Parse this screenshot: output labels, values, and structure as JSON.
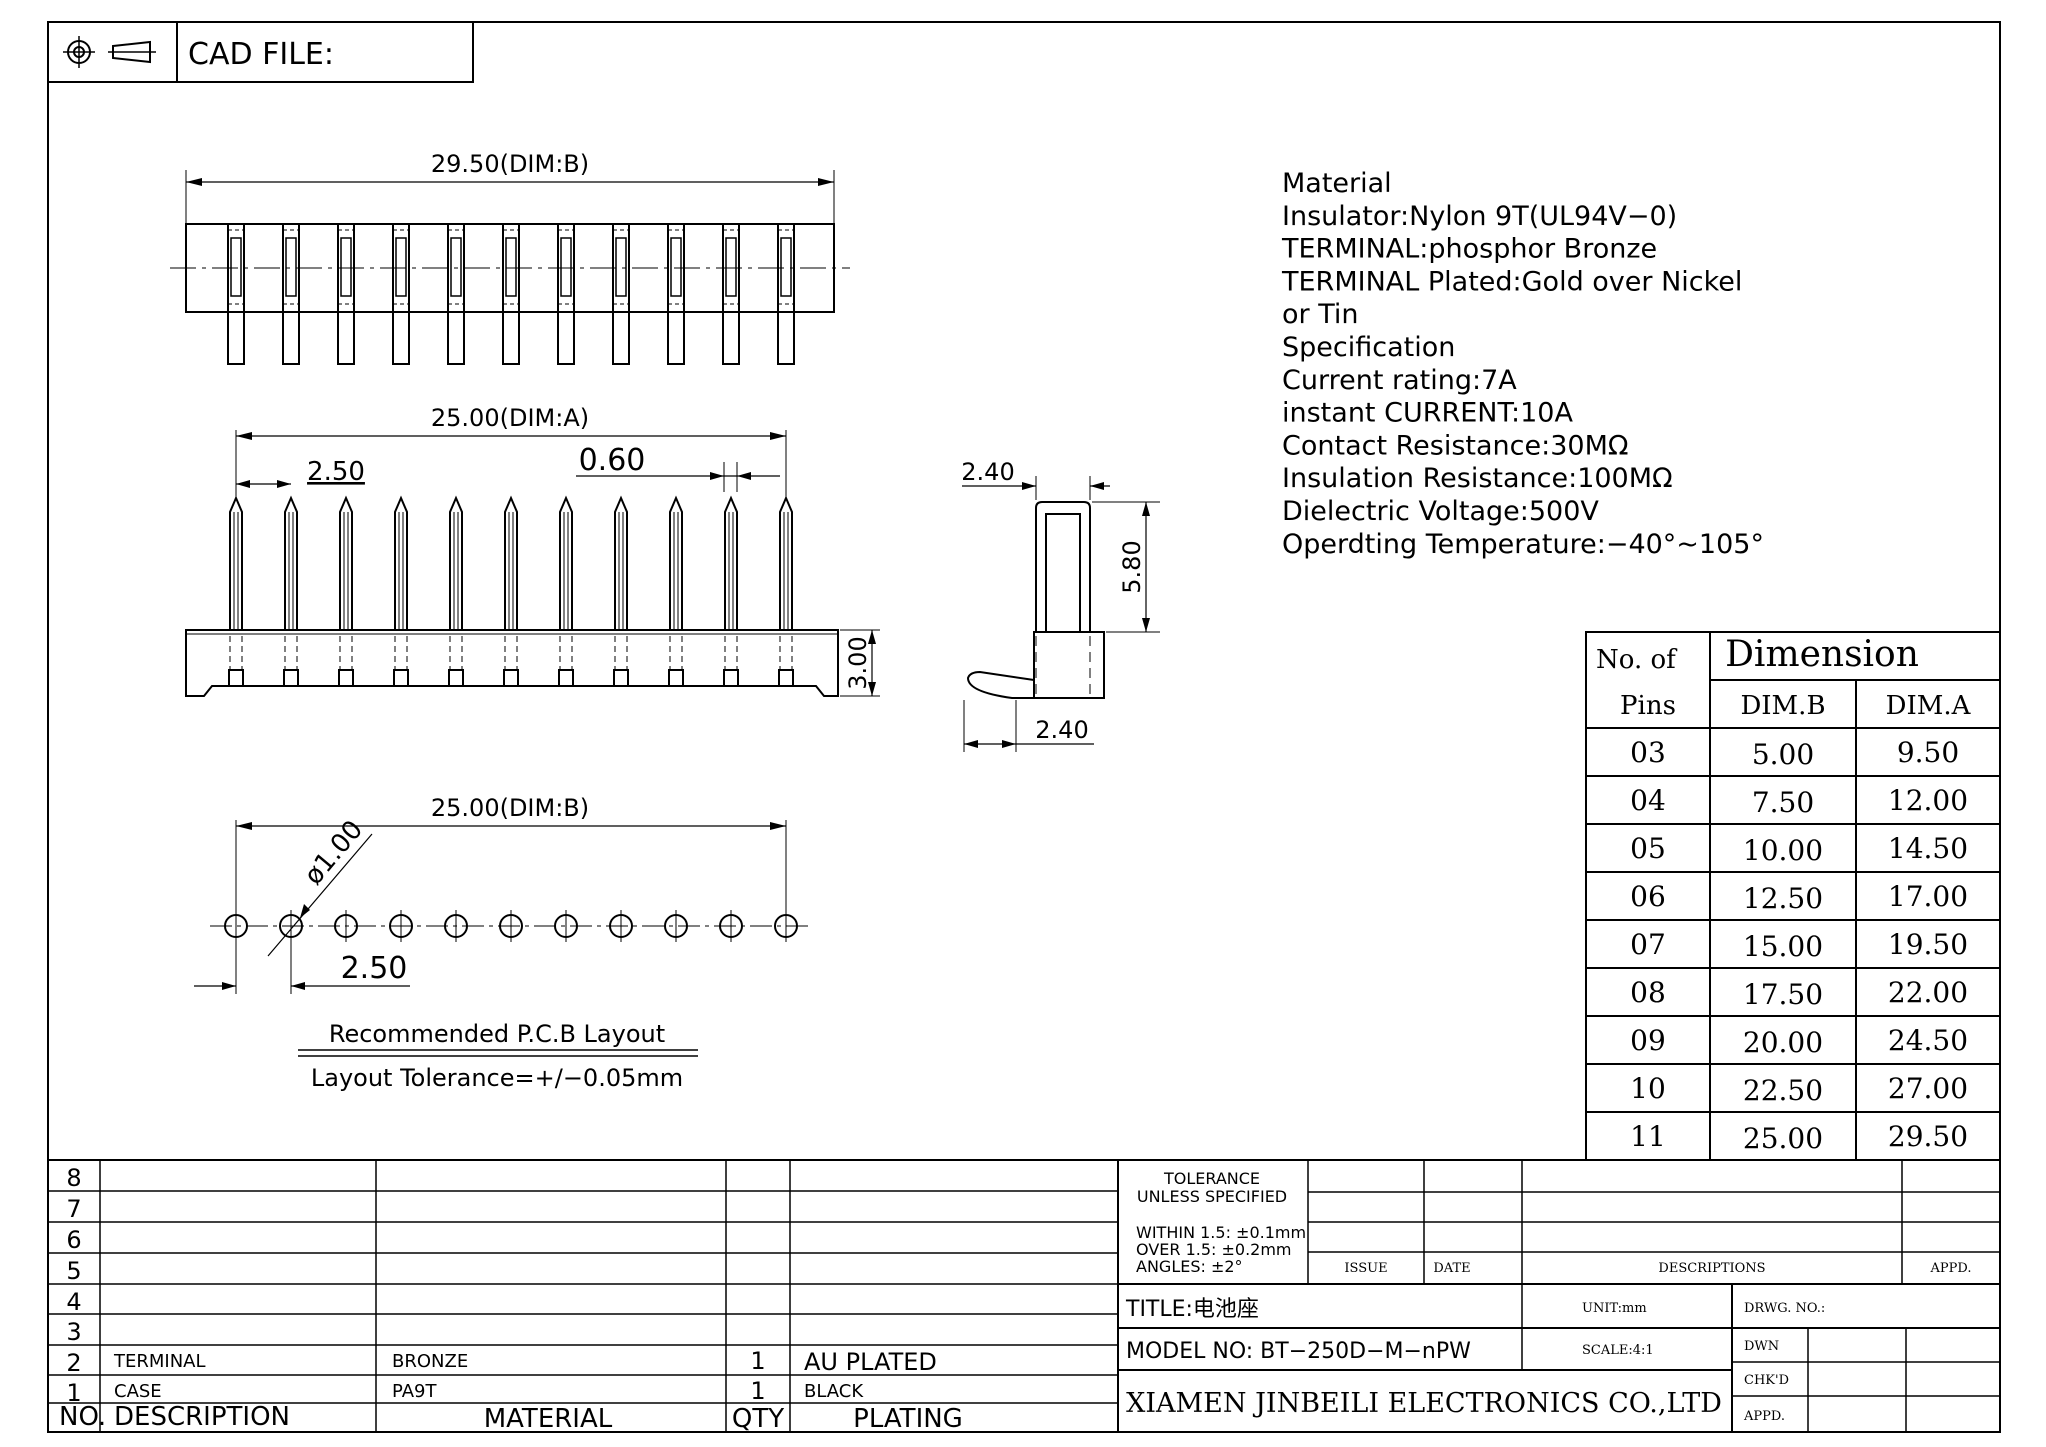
{
  "cad_header": {
    "label": "CAD FILE:"
  },
  "dims": {
    "top_width": "29.50(DIM:B)",
    "front_width": "25.00(DIM:A)",
    "pitch": "2.50",
    "pin_width": "0.60",
    "body_height": "3.00",
    "side_top": "2.40",
    "side_height": "5.80",
    "side_bottom": "2.40",
    "pcb_width": "25.00(DIM:B)",
    "hole_dia": "ø1.00",
    "pcb_pitch": "2.50"
  },
  "pcb_layout": {
    "title": "Recommended P.C.B Layout",
    "tolerance": "Layout Tolerance=+/−0.05mm"
  },
  "material_spec": [
    "Material",
    "Insulator:Nylon 9T(UL94V−0)",
    "TERMINAL:phosphor Bronze",
    "TERMINAL Plated:Gold over Nickel",
    "or Tin",
    "Specification",
    "Current rating:7A",
    "instant CURRENT:10A",
    "Contact Resistance:30MΩ",
    "Insulation Resistance:100MΩ",
    "Dielectric Voltage:500V",
    "Operdting Temperature:−40°~105°"
  ],
  "dimension_table": {
    "head_pins_1": "No. of",
    "head_pins_2": "Pins",
    "head_dimension": "Dimension",
    "head_dimb": "DIM.B",
    "head_dima": "DIM.A",
    "rows": [
      {
        "pins": "03",
        "dimb": "5.00",
        "dima": "9.50"
      },
      {
        "pins": "04",
        "dimb": "7.50",
        "dima": "12.00"
      },
      {
        "pins": "05",
        "dimb": "10.00",
        "dima": "14.50"
      },
      {
        "pins": "06",
        "dimb": "12.50",
        "dima": "17.00"
      },
      {
        "pins": "07",
        "dimb": "15.00",
        "dima": "19.50"
      },
      {
        "pins": "08",
        "dimb": "17.50",
        "dima": "22.00"
      },
      {
        "pins": "09",
        "dimb": "20.00",
        "dima": "24.50"
      },
      {
        "pins": "10",
        "dimb": "22.50",
        "dima": "27.00"
      },
      {
        "pins": "11",
        "dimb": "25.00",
        "dima": "29.50"
      }
    ]
  },
  "bom": {
    "row_numbers": [
      "8",
      "7",
      "6",
      "5",
      "4",
      "3"
    ],
    "items": [
      {
        "no": "2",
        "desc": "TERMINAL",
        "material": "BRONZE",
        "qty": "1",
        "plating": "AU PLATED"
      },
      {
        "no": "1",
        "desc": "CASE",
        "material": "PA9T",
        "qty": "1",
        "plating": "BLACK"
      }
    ],
    "header": {
      "no": "NO.",
      "desc": "DESCRIPTION",
      "material": "MATERIAL",
      "qty": "QTY",
      "plating": "PLATING"
    }
  },
  "title_block": {
    "tolerance_1": "TOLERANCE",
    "tolerance_2": "UNLESS SPECIFIED",
    "within": "WITHIN 1.5: ±0.1mm",
    "over": "OVER 1.5:  ±0.2mm",
    "angles": "ANGLES: ±2°",
    "issue": "ISSUE",
    "date": "DATE",
    "descriptions": "DESCRIPTIONS",
    "appd": "APPD.",
    "title": "TITLE:电池座",
    "unit": "UNIT:mm",
    "drwg_no": "DRWG. NO.:",
    "model": "MODEL NO: BT−250D−M−nPW",
    "scale": "SCALE:4:1",
    "dwn": "DWN",
    "chkd": "CHK'D",
    "appd2": "APPD.",
    "company": "XIAMEN JINBEILI ELECTRONICS CO.,LTD"
  }
}
